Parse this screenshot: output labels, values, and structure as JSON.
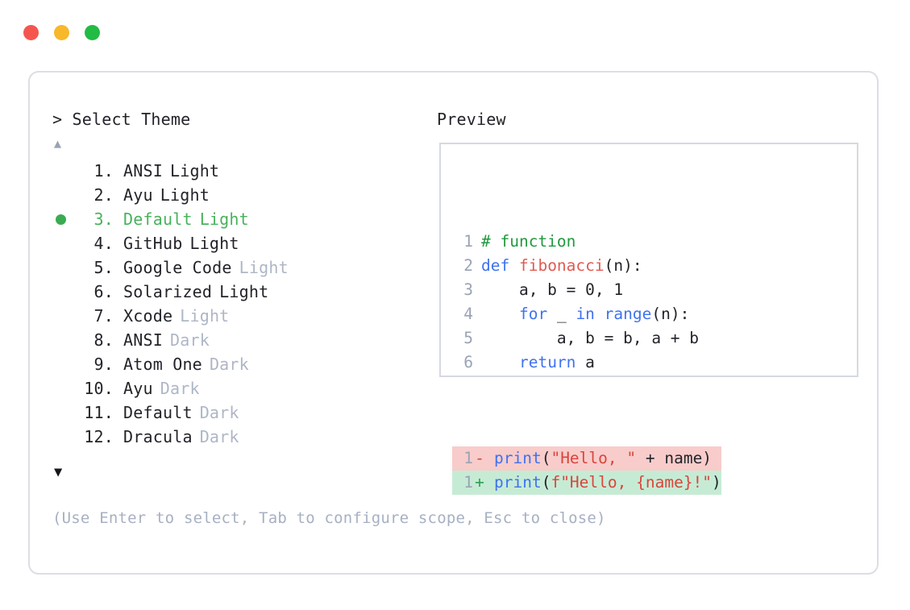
{
  "window": {
    "dots": [
      {
        "name": "close",
        "color": "#f4564f"
      },
      {
        "name": "minimize",
        "color": "#f7b82b"
      },
      {
        "name": "zoom",
        "color": "#22bb43"
      }
    ]
  },
  "selector": {
    "prompt": "> Select Theme",
    "scroll_up_glyph": "▲",
    "scroll_down_glyph": "▼",
    "selected_index": 3,
    "selected_bullet_color": "#3aab52",
    "selected_text_color": "#49b25b",
    "items": [
      {
        "index": "1.",
        "name": "ANSI",
        "variant": "Light",
        "variant_muted": false,
        "selected": false
      },
      {
        "index": "2.",
        "name": "Ayu",
        "variant": "Light",
        "variant_muted": false,
        "selected": false
      },
      {
        "index": "3.",
        "name": "Default",
        "variant": "Light",
        "variant_muted": false,
        "selected": true
      },
      {
        "index": "4.",
        "name": "GitHub",
        "variant": "Light",
        "variant_muted": false,
        "selected": false
      },
      {
        "index": "5.",
        "name": "Google Code",
        "variant": "Light",
        "variant_muted": true,
        "selected": false
      },
      {
        "index": "6.",
        "name": "Solarized",
        "variant": "Light",
        "variant_muted": false,
        "selected": false
      },
      {
        "index": "7.",
        "name": "Xcode",
        "variant": "Light",
        "variant_muted": true,
        "selected": false
      },
      {
        "index": "8.",
        "name": "ANSI",
        "variant": "Dark",
        "variant_muted": true,
        "selected": false
      },
      {
        "index": "9.",
        "name": "Atom One",
        "variant": "Dark",
        "variant_muted": true,
        "selected": false
      },
      {
        "index": "10.",
        "name": "Ayu",
        "variant": "Dark",
        "variant_muted": true,
        "selected": false
      },
      {
        "index": "11.",
        "name": "Default",
        "variant": "Dark",
        "variant_muted": true,
        "selected": false
      },
      {
        "index": "12.",
        "name": "Dracula",
        "variant": "Dark",
        "variant_muted": true,
        "selected": false
      }
    ],
    "footer_hint": "(Use Enter to select, Tab to configure scope, Esc to close)"
  },
  "preview": {
    "title": "Preview",
    "code_lines": [
      {
        "no": "1",
        "tokens": [
          {
            "t": "# function",
            "c": "comment"
          }
        ]
      },
      {
        "no": "2",
        "tokens": [
          {
            "t": "def ",
            "c": "keyword"
          },
          {
            "t": "fibonacci",
            "c": "fn"
          },
          {
            "t": "(n):",
            "c": "punct"
          }
        ]
      },
      {
        "no": "3",
        "tokens": [
          {
            "t": "    a, b = 0, 1",
            "c": "plain"
          }
        ]
      },
      {
        "no": "4",
        "tokens": [
          {
            "t": "    ",
            "c": "plain"
          },
          {
            "t": "for",
            "c": "keyword"
          },
          {
            "t": " _ ",
            "c": "plain"
          },
          {
            "t": "in",
            "c": "keyword"
          },
          {
            "t": " ",
            "c": "plain"
          },
          {
            "t": "range",
            "c": "keyword"
          },
          {
            "t": "(n):",
            "c": "punct"
          }
        ]
      },
      {
        "no": "5",
        "tokens": [
          {
            "t": "        a, b = b, a + b",
            "c": "plain"
          }
        ]
      },
      {
        "no": "6",
        "tokens": [
          {
            "t": "    ",
            "c": "plain"
          },
          {
            "t": "return",
            "c": "keyword"
          },
          {
            "t": " a",
            "c": "plain"
          }
        ]
      }
    ],
    "diff_lines": [
      {
        "no": "1",
        "sign": "-",
        "kind": "removed",
        "tokens": [
          {
            "t": "print",
            "c": "keyword"
          },
          {
            "t": "(",
            "c": "punct"
          },
          {
            "t": "\"Hello, \"",
            "c": "str"
          },
          {
            "t": " + name)",
            "c": "plain"
          }
        ]
      },
      {
        "no": "1",
        "sign": "+",
        "kind": "added",
        "tokens": [
          {
            "t": "print",
            "c": "keyword"
          },
          {
            "t": "(",
            "c": "punct"
          },
          {
            "t": "f\"Hello, {name}!\"",
            "c": "str"
          },
          {
            "t": ")",
            "c": "punct"
          }
        ]
      }
    ],
    "diff_removed_bg": "#f8ccca",
    "diff_added_bg": "#c6ebd5"
  }
}
